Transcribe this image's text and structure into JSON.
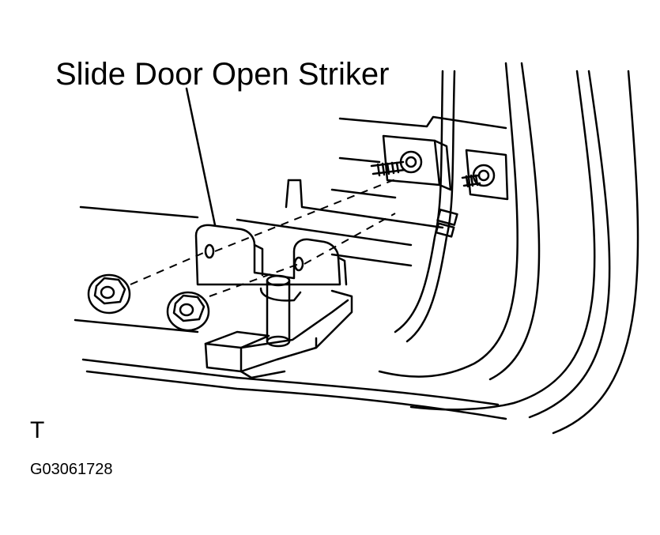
{
  "diagram": {
    "callout_label": "Slide Door Open Striker",
    "view_code": "T",
    "figure_id": "G03061728",
    "line_color": "#000000",
    "background_color": "#ffffff"
  }
}
